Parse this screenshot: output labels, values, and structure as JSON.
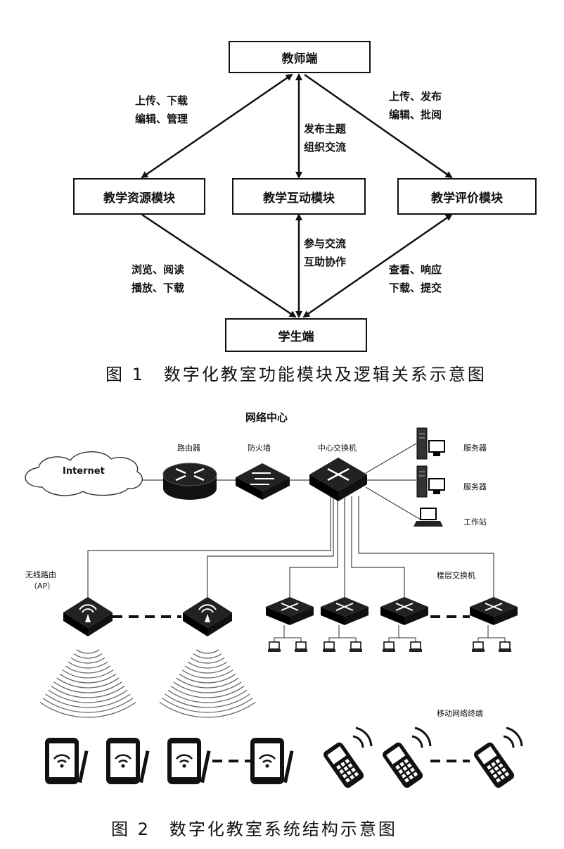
{
  "fig1": {
    "teacher": "教师端",
    "resource": "教学资源模块",
    "interact": "教学互动模块",
    "eval": "教学评价模块",
    "student": "学生端",
    "lbl_tl": [
      "上传、下载",
      "编辑、管理"
    ],
    "lbl_tc": [
      "发布主题",
      "组织交流"
    ],
    "lbl_tr": [
      "上传、发布",
      "编辑、批阅"
    ],
    "lbl_bl": [
      "浏览、阅读",
      "播放、下载"
    ],
    "lbl_bc": [
      "参与交流",
      "互助协作"
    ],
    "lbl_br": [
      "查看、响应",
      "下载、提交"
    ],
    "caption": "图 1　数字化教室功能模块及逻辑关系示意图"
  },
  "fig2": {
    "title": "网络中心",
    "internet": "Internet",
    "router": "路由器",
    "firewall": "防火墙",
    "core_switch": "中心交换机",
    "server1": "服务器",
    "server2": "服务器",
    "workstation": "工作站",
    "ap": [
      "无线路由",
      "（AP）"
    ],
    "floor_switch": "楼层交换机",
    "mobile": "移动网络终端",
    "caption": "图 2　数字化教室系统结构示意图"
  }
}
